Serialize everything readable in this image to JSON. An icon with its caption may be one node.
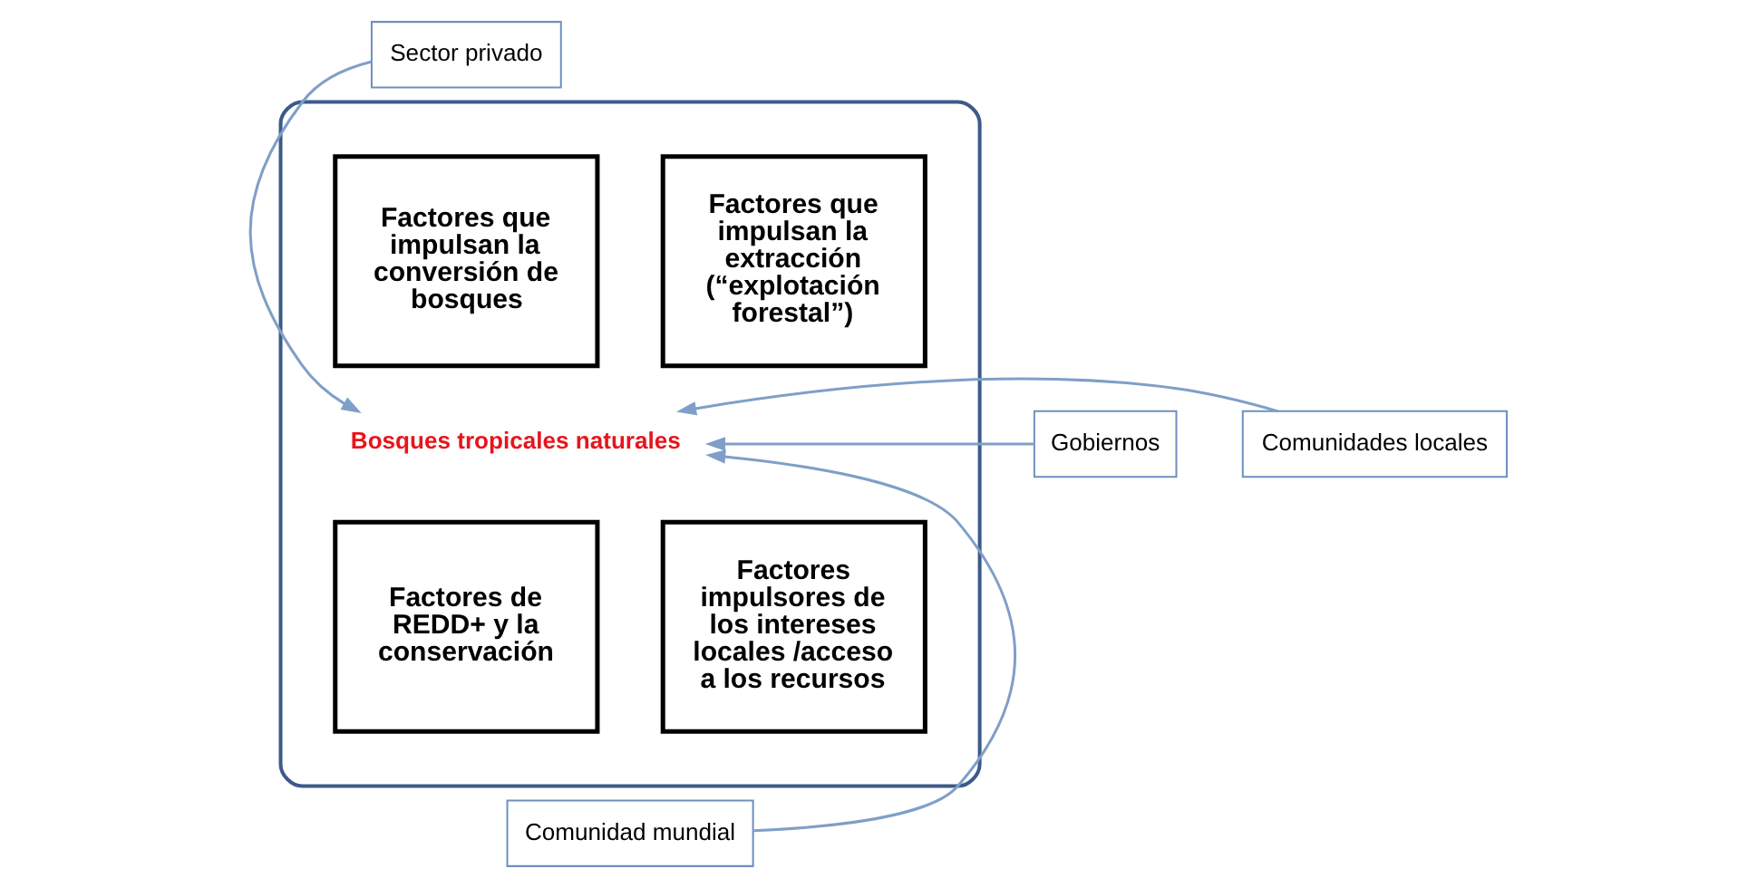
{
  "diagram": {
    "nodes": [
      {
        "text": [
          "Sector privado"
        ]
      },
      {
        "text": [],
        "shape": "ellipse"
      },
      {
        "text": [
          "Factores que impulsan la conversión de bosques"
        ],
        "in": 1
      },
      {
        "text": [
          "Factores que impulsan la extracción (“explotación forestal”)"
        ],
        "in": 1
      },
      {
        "text": [
          "Gobiernos"
        ]
      },
      {
        "text": [
          "Bosques tropicales naturales"
        ],
        "in": 1
      },
      {
        "text": [
          "Comunidades locales"
        ]
      },
      {
        "text": [
          "Factores de REDD+ y la conservación"
        ],
        "in": 1
      },
      {
        "text": [
          "Factores impulsores de los intereses locales /acceso a los recursos"
        ],
        "in": 1
      },
      {
        "text": [
          "Comunidad mundial"
        ]
      }
    ],
    "edges": [
      {
        "from": 0,
        "to": 5,
        "arrow": "to"
      },
      {
        "from": 4,
        "to": 5,
        "arrow": "to"
      },
      {
        "from": 6,
        "to": 5,
        "arrow": "to"
      },
      {
        "from": 9,
        "to": 5,
        "arrow": "to"
      }
    ]
  }
}
